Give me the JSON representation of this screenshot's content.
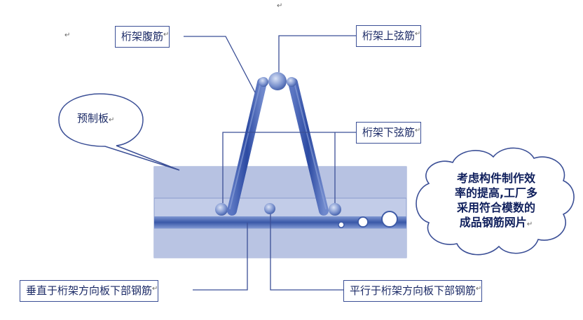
{
  "labels": {
    "web_bar": "桁架腹筋",
    "top_chord": "桁架上弦筋",
    "bottom_chord": "桁架下弦筋",
    "precast_slab": "预制板",
    "perp_rebar": "垂直于桁架方向板下部钢筋",
    "parallel_rebar": "平行于桁架方向板下部钢筋"
  },
  "note": {
    "lines": [
      "考虑构件制作效",
      "率的提高,工厂多",
      "采用符合模数的",
      "成品钢筋网片"
    ]
  },
  "paragraph_mark": "↵",
  "colors": {
    "slab_fill": "#b8c3e0",
    "slab_band": "#c6d0ea",
    "rebar_dark": "#3d5aa6",
    "truss_dark": "#2f4ea6",
    "outline": "#3b4f96"
  }
}
